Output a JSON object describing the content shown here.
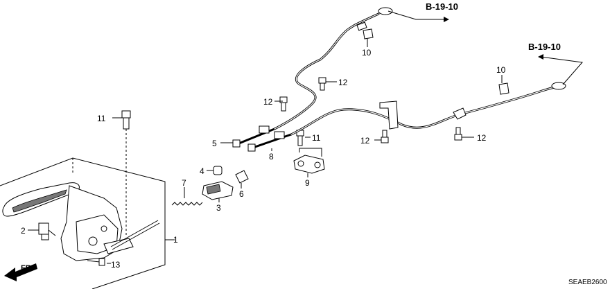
{
  "references": [
    {
      "id": "ref-top",
      "text": "B-19-10"
    },
    {
      "id": "ref-right",
      "text": "B-19-10"
    }
  ],
  "callouts": [
    {
      "id": "c1",
      "text": "1"
    },
    {
      "id": "c2",
      "text": "2"
    },
    {
      "id": "c3",
      "text": "3"
    },
    {
      "id": "c4",
      "text": "4"
    },
    {
      "id": "c5",
      "text": "5"
    },
    {
      "id": "c6",
      "text": "6"
    },
    {
      "id": "c7",
      "text": "7"
    },
    {
      "id": "c8",
      "text": "8"
    },
    {
      "id": "c9",
      "text": "9"
    },
    {
      "id": "c10a",
      "text": "10"
    },
    {
      "id": "c10b",
      "text": "10"
    },
    {
      "id": "c11a",
      "text": "11"
    },
    {
      "id": "c11b",
      "text": "11"
    },
    {
      "id": "c12a",
      "text": "12"
    },
    {
      "id": "c12b",
      "text": "12"
    },
    {
      "id": "c12c",
      "text": "12"
    },
    {
      "id": "c12d",
      "text": "12"
    },
    {
      "id": "c13",
      "text": "13"
    }
  ],
  "direction": "FR.",
  "diagram_code": "SEAEB2600"
}
